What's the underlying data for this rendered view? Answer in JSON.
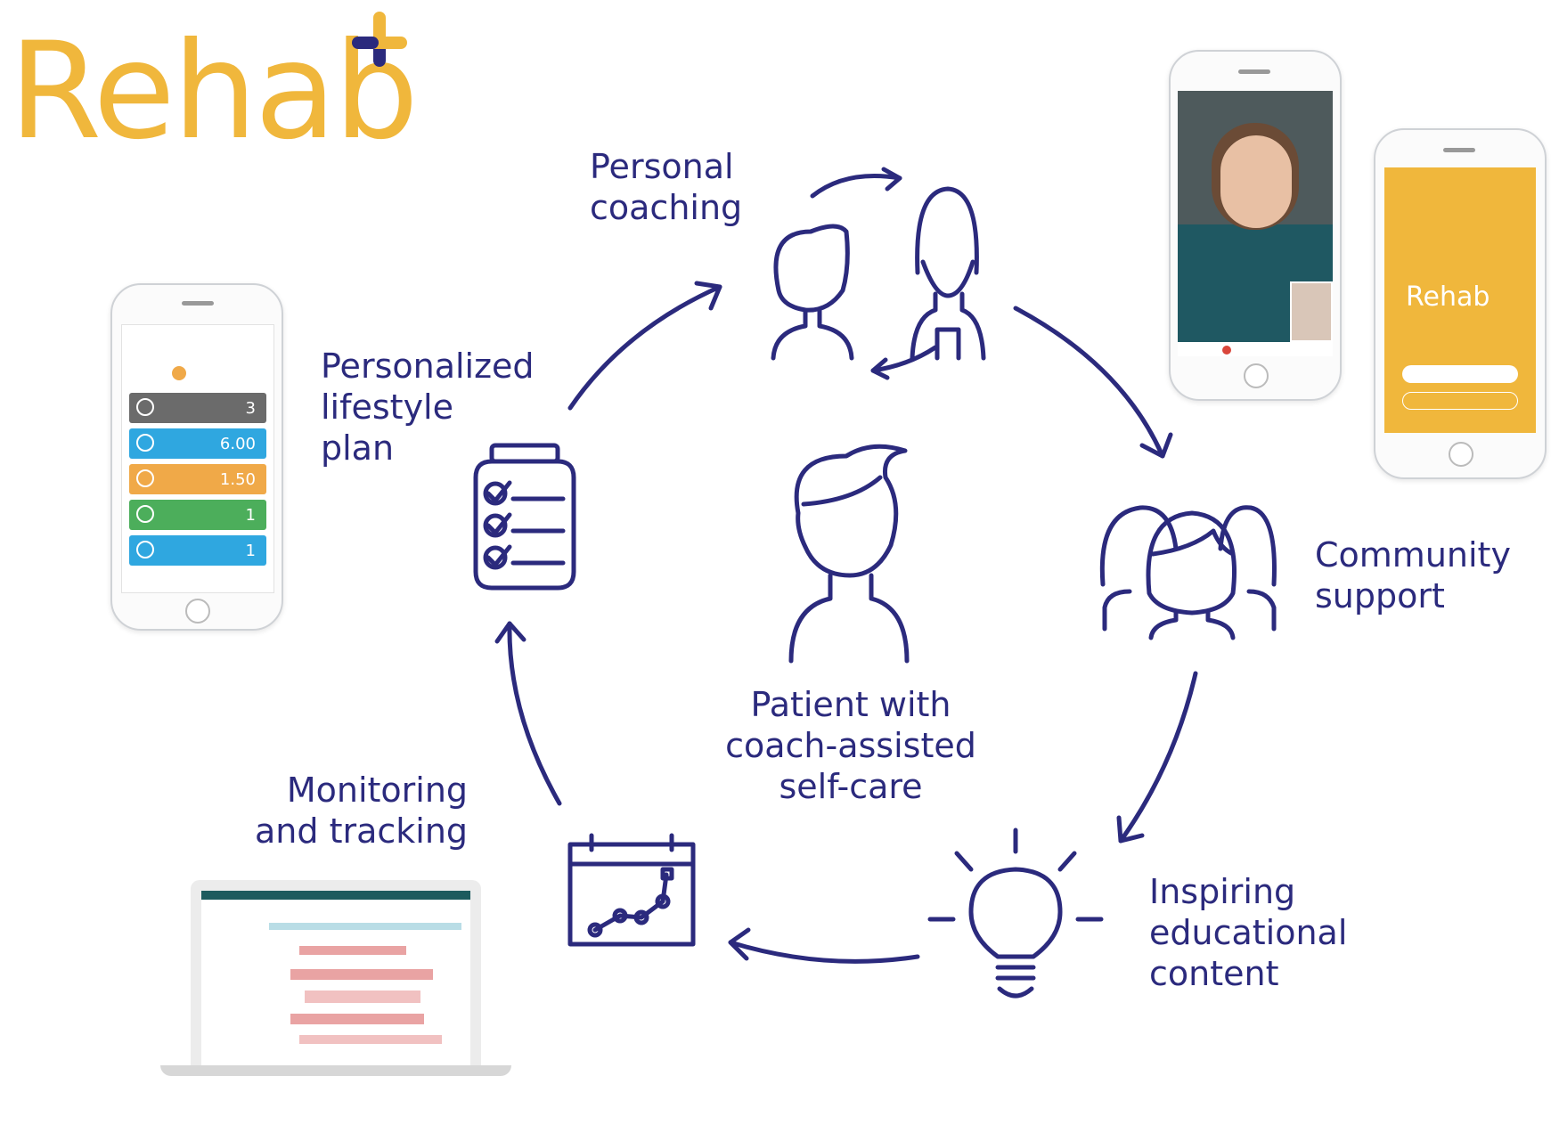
{
  "logo": {
    "text": "Rehab",
    "plus_colors": [
      "#f0b73c",
      "#2b2a7d"
    ]
  },
  "colors": {
    "ink": "#2b2a7d",
    "brand_yellow": "#f0b73c"
  },
  "cycle": {
    "center": {
      "label": "Patient with\ncoach-assisted\nself-care",
      "icon": "patient-icon"
    },
    "steps": [
      {
        "label": "Personal\ncoaching",
        "icon": "coach-and-patient-icon"
      },
      {
        "label": "Community\nsupport",
        "icon": "group-of-people-icon"
      },
      {
        "label": "Inspiring\neducational\ncontent",
        "icon": "lightbulb-icon"
      },
      {
        "label": "Monitoring\nand tracking",
        "icon": "calendar-chart-icon"
      },
      {
        "label": "Personalized\nlifestyle\nplan",
        "icon": "checklist-icon"
      }
    ]
  },
  "screens": {
    "lifestyle_app": {
      "rows": [
        {
          "value": "3",
          "color": "#6b6b6b"
        },
        {
          "value": "6.00",
          "color": "#2fa7e0"
        },
        {
          "value": "1.50",
          "color": "#f0a948"
        },
        {
          "value": "1",
          "color": "#4cae5b"
        },
        {
          "value": "1",
          "color": "#2fa7e0"
        }
      ]
    },
    "splash_app": {
      "text": "Rehab"
    }
  }
}
